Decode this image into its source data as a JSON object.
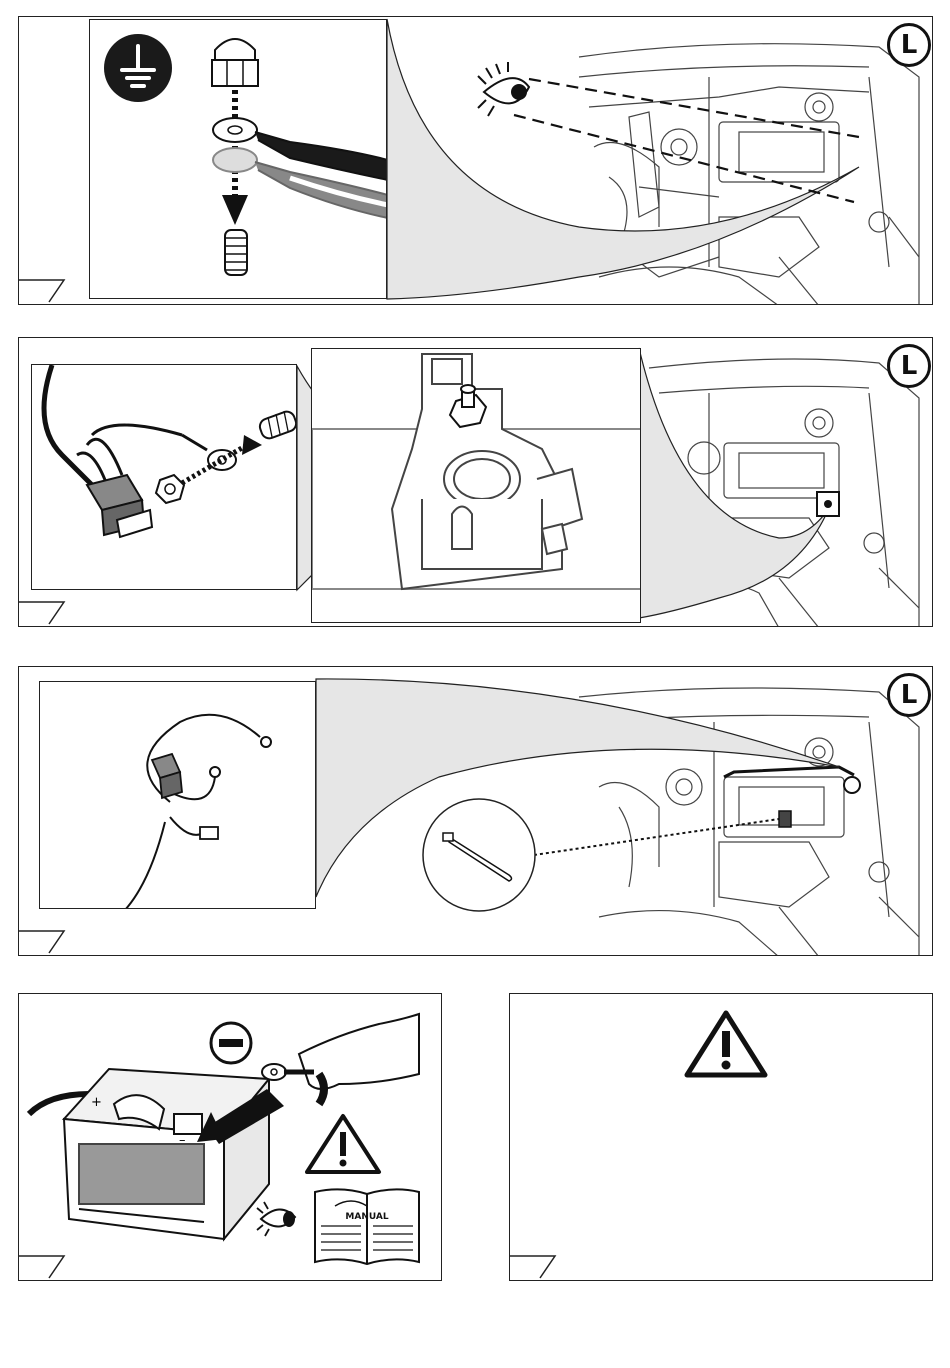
{
  "step1": {
    "side_badge": "L"
  },
  "step2": {
    "side_badge": "L"
  },
  "step3": {
    "side_badge": "L"
  },
  "step4": {
    "manual_label": "MANUAL",
    "battery_plus": "+",
    "battery_minus": "–"
  },
  "step5": {},
  "icons": {
    "ground": "ground-symbol-icon",
    "eye": "eye-icon",
    "warning": "warning-triangle-icon",
    "minus": "minus-terminal-icon"
  },
  "colors": {
    "line": "#222222",
    "shade": "#e6e6e6",
    "fill_dark": "#1a1a1a"
  }
}
